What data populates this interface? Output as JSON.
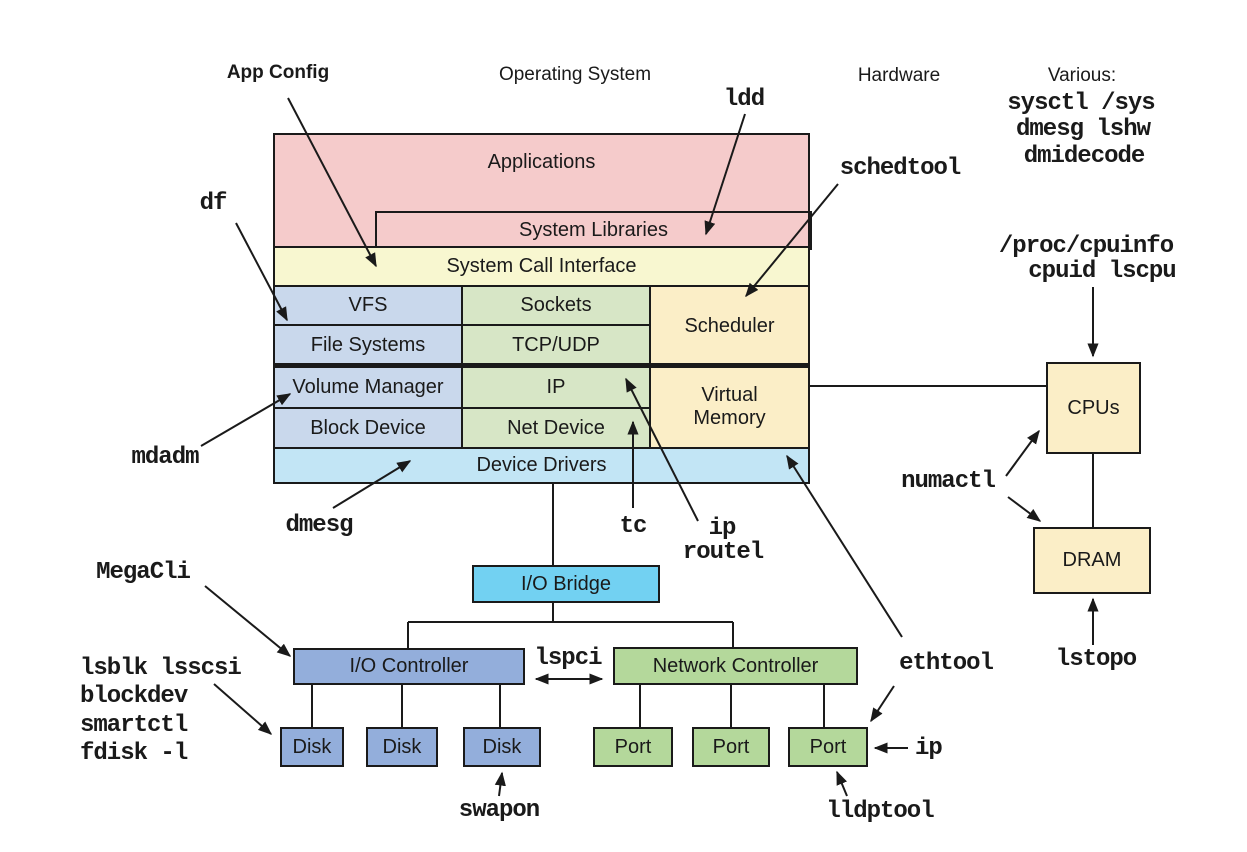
{
  "headers": {
    "app_config": "App Config",
    "operating_system": "Operating System",
    "hardware": "Hardware",
    "various": "Various:"
  },
  "os": {
    "applications": "Applications",
    "system_libraries": "System Libraries",
    "system_call_interface": "System Call Interface",
    "vfs": "VFS",
    "file_systems": "File Systems",
    "volume_manager": "Volume Manager",
    "block_device": "Block Device",
    "sockets": "Sockets",
    "tcp_udp": "TCP/UDP",
    "ip": "IP",
    "net_device": "Net Device",
    "scheduler": "Scheduler",
    "virtual_memory": "Virtual Memory",
    "device_drivers": "Device Drivers"
  },
  "hardware_boxes": {
    "io_bridge": "I/O Bridge",
    "io_controller": "I/O Controller",
    "network_controller": "Network Controller",
    "disk": "Disk",
    "port": "Port",
    "cpus": "CPUs",
    "dram": "DRAM"
  },
  "tools": {
    "ldd": "ldd",
    "schedtool": "schedtool",
    "sysctl_sys": "sysctl /sys",
    "dmesg_lshw": "dmesg lshw",
    "dmidecode": "dmidecode",
    "proc_cpuinfo": "/proc/cpuinfo",
    "cpuid_lscpu": "cpuid lscpu",
    "df": "df",
    "mdadm": "mdadm",
    "dmesg": "dmesg",
    "megacli": "MegaCli",
    "lsblk_lsscsi": "lsblk lsscsi",
    "blockdev": "blockdev",
    "smartctl": "smartctl",
    "fdisk": "fdisk -l",
    "tc": "tc",
    "ip_route_line1": "ip",
    "ip_route_line2": "routel",
    "ethtool": "ethtool",
    "numactl": "numactl",
    "ip": "ip",
    "lldptool": "lldptool",
    "swapon": "swapon",
    "lspci": "lspci",
    "lstopo": "lstopo"
  },
  "colors": {
    "pink": "#f5cbcb",
    "pale_yellow": "#f8f7d0",
    "blue_gray": "#c9d8ec",
    "cell_green": "#d7e6c6",
    "cream": "#fbeec7",
    "driver_blue": "#c2e5f5",
    "bridge_cyan": "#72d1f2",
    "controller_slate": "#93aedb",
    "controller_green": "#b4d89b",
    "line_black": "#1a1a1a"
  }
}
